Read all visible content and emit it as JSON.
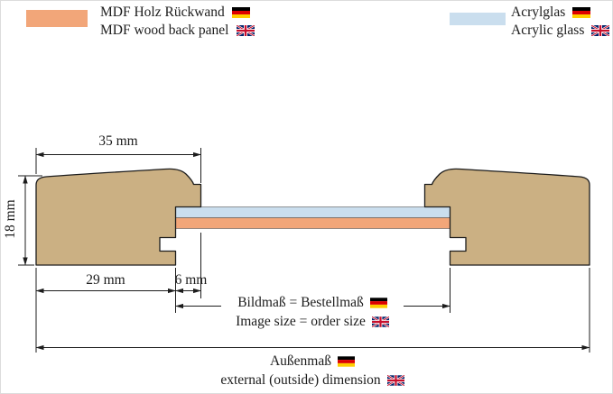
{
  "legend": {
    "mdf": {
      "swatch_color": "#f2a679",
      "label_de": "MDF Holz Rückwand",
      "label_en": "MDF wood back panel"
    },
    "acrylic": {
      "swatch_color": "#cadeee",
      "label_de": "Acrylglas",
      "label_en": "Acrylic glass"
    }
  },
  "diagram": {
    "frame_color": "#cbb083",
    "outline_color": "#1c1c1c",
    "dimensions": {
      "top_width": "35 mm",
      "frame_height": "18 mm",
      "bottom_width": "29 mm",
      "rabbet_depth": "6 mm"
    },
    "labels": {
      "image_size_de": "Bildmaß = Bestellmaß",
      "image_size_en": "Image size = order size",
      "outer_size_de": "Außenmaß",
      "outer_size_en": "external (outside) dimension"
    }
  },
  "icons": {
    "german_flag": "german-flag-icon",
    "uk_flag": "uk-flag-icon"
  }
}
